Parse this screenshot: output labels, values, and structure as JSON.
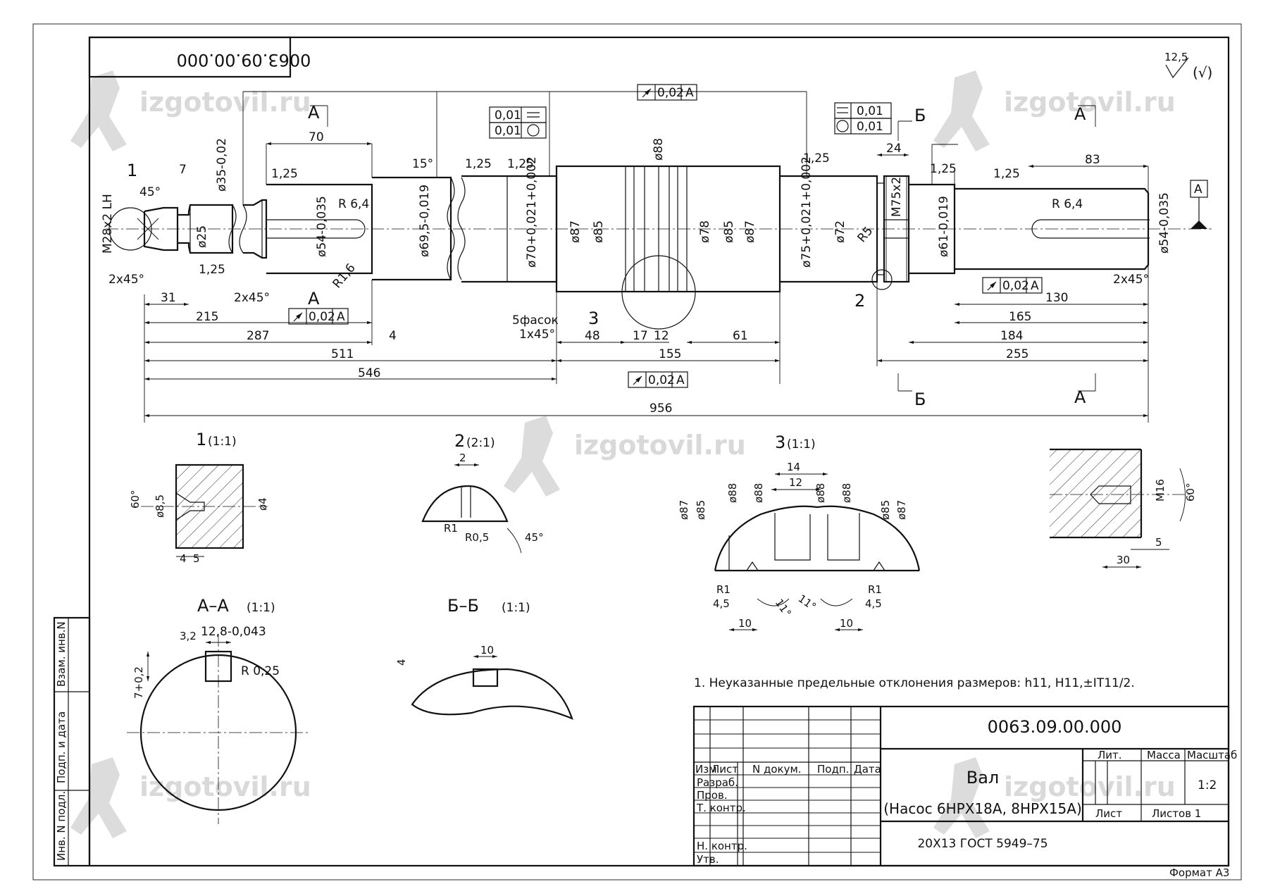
{
  "header": {
    "code_rotated": "0063.09.00.000",
    "roughness": "12,5",
    "roughness_extra": "(√)"
  },
  "watermark": {
    "text": "izgotovil.ru"
  },
  "main_view": {
    "diameters": [
      "M28x2 LH",
      "ø25",
      "ø35-0,02",
      "ø54-0,035",
      "ø69,5-0,019",
      "ø70+0,021+0,002",
      "ø87",
      "ø85",
      "ø88",
      "ø78",
      "ø85",
      "ø87",
      "ø75+0,021+0,002",
      "ø72",
      "M75x2",
      "ø61-0,019",
      "ø54-0,035"
    ],
    "lengths": [
      "7",
      "70",
      "31",
      "215",
      "287",
      "4",
      "511",
      "546",
      "48",
      "17",
      "12",
      "61",
      "155",
      "24",
      "83",
      "130",
      "165",
      "184",
      "255",
      "956"
    ],
    "radii": [
      "R 6,4",
      "R1,6",
      "R5",
      "R 6,4"
    ],
    "chamfers": [
      "2x45°",
      "2x45°",
      "2x45°",
      "45°",
      "15°"
    ],
    "roughness_marks": [
      "1,25"
    ],
    "chamfer_note": [
      "5фасок",
      "1x45°"
    ],
    "tolerances": [
      "0,02",
      "0,01"
    ],
    "datum": "A",
    "section_letters": [
      "А",
      "Б"
    ],
    "callouts": [
      "1",
      "2",
      "3"
    ]
  },
  "details": {
    "d1": {
      "title": "1",
      "scale": "(1:1)",
      "dims": [
        "60°",
        "ø8,5",
        "ø4",
        "4",
        "5"
      ]
    },
    "d2": {
      "title": "2",
      "scale": "(2:1)",
      "dims": [
        "2",
        "R1",
        "R0,5",
        "45°"
      ]
    },
    "d3": {
      "title": "3",
      "scale": "(1:1)",
      "dims": [
        "14",
        "12",
        "ø87",
        "ø85",
        "ø88",
        "ø88",
        "ø88",
        "ø88",
        "ø85",
        "ø87",
        "R1",
        "R1",
        "4,5",
        "4,5",
        "10",
        "10",
        "11°",
        "11°"
      ]
    },
    "d4": {
      "dims": [
        "M16",
        "60°",
        "5",
        "30"
      ]
    },
    "sa": {
      "title": "А–А",
      "scale": "(1:1)",
      "dims": [
        "3,2",
        "12,8-0,043",
        "R 0,25",
        "7+0,2"
      ]
    },
    "sb": {
      "title": "Б–Б",
      "scale": "(1:1)",
      "dims": [
        "10",
        "4"
      ]
    }
  },
  "note": "1.  Неуказанные предельные отклонения размеров:  h11, H11,±IT11/2.",
  "side_stamp": [
    "Инв. N подл.",
    "Подп. и дата",
    "Взам. инв.N"
  ],
  "title_block": {
    "code": "0063.09.00.000",
    "name": "Вал",
    "subtitle": "(Насос 6НРХ18А, 8НРХ15А)",
    "material": "20Х13   ГОСТ 5949–75",
    "cols": [
      "Изм",
      "Лист",
      "N  докум.",
      "Подп.",
      "Дата"
    ],
    "rows": [
      "Разраб.",
      "Пров.",
      "Т. контр.",
      "Н. контр.",
      "Утв."
    ],
    "lit": "Лит.",
    "mass": "Масса",
    "scale_label": "Масштаб",
    "scale": "1:2",
    "sheet": "Лист",
    "sheets": "Листов 1"
  },
  "format": "Формат А3"
}
